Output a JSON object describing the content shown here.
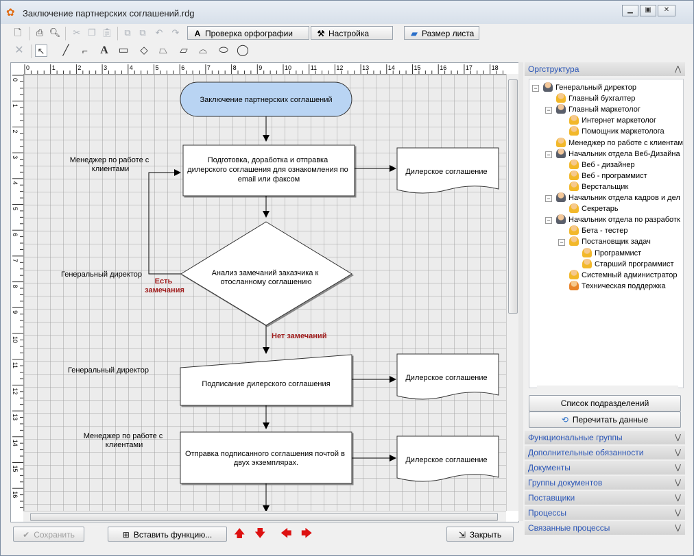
{
  "window": {
    "title": "Заключение партнерских соглашений.rdg",
    "app_icon": "paw-icon",
    "controls": [
      "minimize-icon",
      "maximize-icon",
      "close-icon"
    ]
  },
  "toolbar": {
    "spellcheck_label": "Проверка орфографии",
    "settings_label": "Настройка",
    "pagesize_label": "Размер листа",
    "file_icons": [
      "new-document-icon",
      "print-icon",
      "print-preview-icon",
      "cut-icon",
      "copy-icon",
      "paste-icon",
      "bring-forward-icon",
      "send-backward-icon",
      "undo-icon",
      "redo-icon"
    ]
  },
  "drawbar": {
    "tools": [
      "delete-icon",
      "pointer-icon",
      "line-icon",
      "connector-icon",
      "text-icon",
      "rectangle-icon",
      "diamond-icon",
      "manual-input-icon",
      "parallelogram-icon",
      "document-shape-icon",
      "terminator-icon",
      "ellipse-icon"
    ]
  },
  "rulers": {
    "horizontal": [
      "0",
      "1",
      "2",
      "3",
      "4",
      "5",
      "6",
      "7",
      "8",
      "9",
      "10",
      "11",
      "12",
      "13",
      "14",
      "15",
      "16",
      "17",
      "18"
    ],
    "vertical": [
      "0",
      "1",
      "2",
      "3",
      "4",
      "5",
      "6",
      "7",
      "8",
      "9",
      "10",
      "11",
      "12",
      "13",
      "14",
      "15",
      "16"
    ]
  },
  "diagram": {
    "start": "Заключение партнерских соглашений",
    "step1_lines": [
      "Подготовка, доработка и отправка",
      "дилерского соглашения для ознакомления по",
      "email или факсом"
    ],
    "step1_role_lines": [
      "Менеджер по работе с",
      "клиентами"
    ],
    "doc1": "Дилерское соглашение",
    "decision_lines": [
      "Анализ замечаний заказчика к",
      "отосланному соглашению"
    ],
    "decision_role": "Генеральный директор",
    "yes_lines": [
      "Есть",
      "замечания"
    ],
    "no_label": "Нет замечаний",
    "step2": "Подписание дилерского соглашения",
    "step2_role": "Генеральный директор",
    "doc2": "Дилерское соглашение",
    "step3_lines": [
      "Отправка подписанного соглашения почтой в",
      "двух экземплярах."
    ],
    "step3_role_lines": [
      "Менеджер по работе с",
      "клиентами"
    ],
    "doc3": "Дилерское соглашение",
    "colors": {
      "start_fill": "#b9d4f3",
      "decision_label": "#a01e1e",
      "line": "#000000"
    }
  },
  "panel": {
    "header": "Оргструктура",
    "tree": [
      {
        "label": "Генеральный директор",
        "level": 0,
        "icon": "director-icon",
        "toggle": "minus"
      },
      {
        "label": "Главный бухгалтер",
        "level": 1,
        "icon": "employee-icon"
      },
      {
        "label": "Главный маркетолог",
        "level": 1,
        "icon": "director-icon",
        "toggle": "minus"
      },
      {
        "label": "Интернет маркетолог",
        "level": 2,
        "icon": "employee-icon"
      },
      {
        "label": "Помощник маркетолога",
        "level": 2,
        "icon": "employee-icon"
      },
      {
        "label": "Менеджер по работе с клиентам",
        "level": 1,
        "icon": "employee-icon"
      },
      {
        "label": "Начальник отдела Веб-Дизайна",
        "level": 1,
        "icon": "director-icon",
        "toggle": "minus"
      },
      {
        "label": "Веб - дизайнер",
        "level": 2,
        "icon": "employee-icon"
      },
      {
        "label": "Веб - программист",
        "level": 2,
        "icon": "employee-icon"
      },
      {
        "label": "Верстальщик",
        "level": 2,
        "icon": "employee-icon"
      },
      {
        "label": "Начальник отдела кадров и дел",
        "level": 1,
        "icon": "director-icon",
        "toggle": "minus"
      },
      {
        "label": "Секретарь",
        "level": 2,
        "icon": "employee-icon"
      },
      {
        "label": "Начальник отдела по разработк",
        "level": 1,
        "icon": "director-icon",
        "toggle": "minus"
      },
      {
        "label": "Бета - тестер",
        "level": 2,
        "icon": "employee-icon"
      },
      {
        "label": "Постановщик задач",
        "level": 2,
        "icon": "employee-icon",
        "toggle": "minus"
      },
      {
        "label": "Программист",
        "level": 3,
        "icon": "employee-icon"
      },
      {
        "label": "Старший программист",
        "level": 3,
        "icon": "employee-icon"
      },
      {
        "label": "Системный администратор",
        "level": 2,
        "icon": "employee-icon"
      },
      {
        "label": "Техническая поддержка",
        "level": 2,
        "icon": "employee-orange-icon"
      }
    ],
    "btn_departments": "Список подразделений",
    "btn_reread": "Перечитать данные",
    "sections": [
      "Функциональные группы",
      "Дополнительные обязанности",
      "Документы",
      "Группы документов",
      "Поставщики",
      "Процессы",
      "Связанные процессы"
    ]
  },
  "bottom": {
    "save": "Сохранить",
    "insert_function": "Вставить функцию...",
    "close": "Закрыть"
  }
}
